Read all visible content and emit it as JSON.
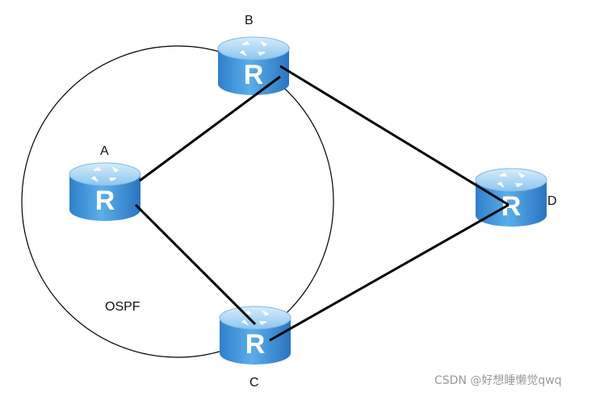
{
  "diagram": {
    "area_label": "OSPF",
    "watermark": "CSDN @好想睡懒觉qwq",
    "routers": [
      {
        "id": "A",
        "label": "A",
        "icon": "router-icon",
        "glyph": "R"
      },
      {
        "id": "B",
        "label": "B",
        "icon": "router-icon",
        "glyph": "R"
      },
      {
        "id": "C",
        "label": "C",
        "icon": "router-icon",
        "glyph": "R"
      },
      {
        "id": "D",
        "label": "D",
        "icon": "router-icon",
        "glyph": "R"
      }
    ],
    "links": [
      {
        "from": "A",
        "to": "B"
      },
      {
        "from": "A",
        "to": "C"
      },
      {
        "from": "B",
        "to": "D"
      },
      {
        "from": "C",
        "to": "D"
      }
    ],
    "colors": {
      "router_top": "#b8dcf4",
      "router_body": "#3b8fd8",
      "router_body_light": "#6ab5ec",
      "link": "#000000",
      "area_outline": "#000000"
    }
  }
}
